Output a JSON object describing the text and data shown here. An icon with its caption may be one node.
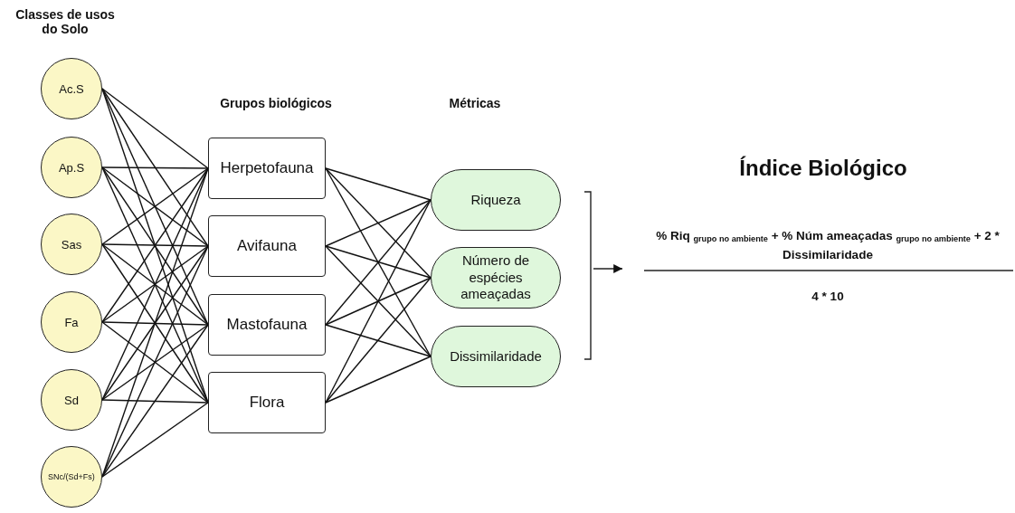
{
  "diagram": {
    "nodes": [
      {
        "text": [
          "Ac.S"
        ]
      },
      {
        "text": [
          "Ap.S"
        ]
      },
      {
        "text": [
          "Sas"
        ]
      },
      {
        "text": [
          "Fa"
        ]
      },
      {
        "text": [
          "Sd"
        ]
      },
      {
        "text": [
          "SNc/(Sd+Fs)"
        ]
      },
      {
        "text": [
          "Herpetofauna"
        ]
      },
      {
        "text": [
          "Avifauna"
        ]
      },
      {
        "text": [
          "Mastofauna"
        ]
      },
      {
        "text": [
          "Flora"
        ]
      },
      {
        "text": [
          "Riqueza"
        ]
      },
      {
        "text": [
          "Número de espécies ameaçadas"
        ]
      },
      {
        "text": [
          "Dissimilaridade"
        ]
      },
      {
        "text": [
          "% Riq $_{grupo no ambiente}$ + % Núm ameaçadas $_{grupo no ambiente}$ + 2 * Dissimilaridade",
          "4 * 10"
        ]
      }
    ],
    "edges": [
      {
        "from": 0,
        "to": 6,
        "arrow": "none"
      },
      {
        "from": 0,
        "to": 7,
        "arrow": "none"
      },
      {
        "from": 0,
        "to": 8,
        "arrow": "none"
      },
      {
        "from": 0,
        "to": 9,
        "arrow": "none"
      },
      {
        "from": 1,
        "to": 6,
        "arrow": "none"
      },
      {
        "from": 1,
        "to": 7,
        "arrow": "none"
      },
      {
        "from": 1,
        "to": 8,
        "arrow": "none"
      },
      {
        "from": 1,
        "to": 9,
        "arrow": "none"
      },
      {
        "from": 2,
        "to": 6,
        "arrow": "none"
      },
      {
        "from": 2,
        "to": 7,
        "arrow": "none"
      },
      {
        "from": 2,
        "to": 8,
        "arrow": "none"
      },
      {
        "from": 2,
        "to": 9,
        "arrow": "none"
      },
      {
        "from": 3,
        "to": 6,
        "arrow": "none"
      },
      {
        "from": 3,
        "to": 7,
        "arrow": "none"
      },
      {
        "from": 3,
        "to": 8,
        "arrow": "none"
      },
      {
        "from": 3,
        "to": 9,
        "arrow": "none"
      },
      {
        "from": 4,
        "to": 6,
        "arrow": "none"
      },
      {
        "from": 4,
        "to": 7,
        "arrow": "none"
      },
      {
        "from": 4,
        "to": 8,
        "arrow": "none"
      },
      {
        "from": 4,
        "to": 9,
        "arrow": "none"
      },
      {
        "from": 5,
        "to": 6,
        "arrow": "none"
      },
      {
        "from": 5,
        "to": 7,
        "arrow": "none"
      },
      {
        "from": 5,
        "to": 8,
        "arrow": "none"
      },
      {
        "from": 5,
        "to": 9,
        "arrow": "none"
      },
      {
        "from": 6,
        "to": 10,
        "arrow": "none"
      },
      {
        "from": 6,
        "to": 11,
        "arrow": "none"
      },
      {
        "from": 6,
        "to": 12,
        "arrow": "none"
      },
      {
        "from": 7,
        "to": 10,
        "arrow": "none"
      },
      {
        "from": 7,
        "to": 11,
        "arrow": "none"
      },
      {
        "from": 7,
        "to": 12,
        "arrow": "none"
      },
      {
        "from": 8,
        "to": 10,
        "arrow": "none"
      },
      {
        "from": 8,
        "to": 11,
        "arrow": "none"
      },
      {
        "from": 8,
        "to": 12,
        "arrow": "none"
      },
      {
        "from": 9,
        "to": 10,
        "arrow": "none"
      },
      {
        "from": 9,
        "to": 11,
        "arrow": "none"
      },
      {
        "from": 9,
        "to": 12,
        "arrow": "none"
      },
      {
        "from": null,
        "to": 13,
        "arrow": "to"
      }
    ],
    "labels": [
      "Classes de usos do Solo",
      "Grupos biológicos",
      "Métricas",
      "Índice Biológico"
    ]
  }
}
